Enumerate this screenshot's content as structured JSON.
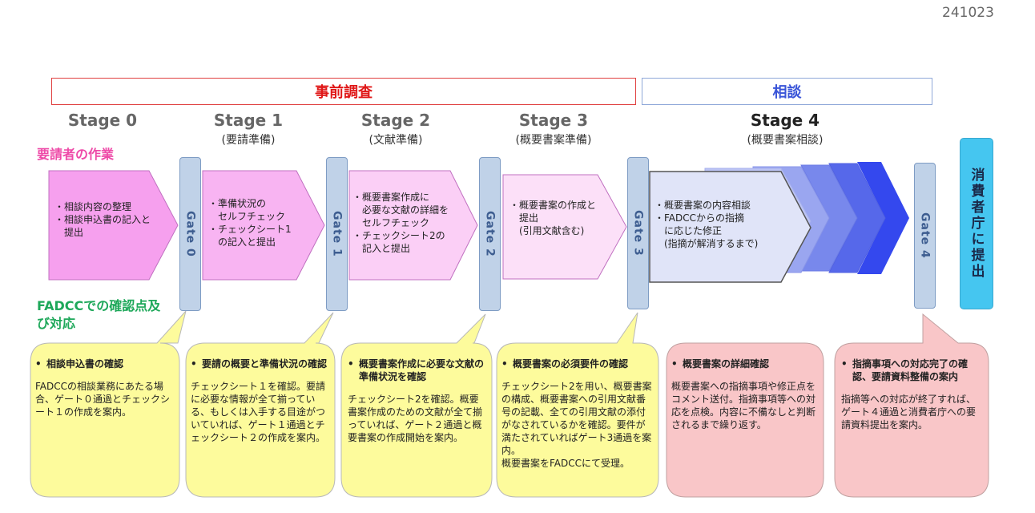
{
  "date": "241023",
  "phases": {
    "pre": "事前調査",
    "consult": "相談"
  },
  "stages": [
    {
      "title": "Stage 0",
      "sub": ""
    },
    {
      "title": "Stage 1",
      "sub": "(要請準備)"
    },
    {
      "title": "Stage 2",
      "sub": "(文献準備)"
    },
    {
      "title": "Stage 3",
      "sub": "(概要書案準備)"
    },
    {
      "title": "Stage 4",
      "sub": "(概要書案相談)"
    }
  ],
  "labels": {
    "requester": "要請者の作業",
    "fadcc": "FADCCでの確認点及び対応"
  },
  "arrows": [
    {
      "text": "・相談内容の整理\n・相談申込書の記入と\n　提出"
    },
    {
      "text": "・準備状況の\n　セルフチェック\n・チェックシート1\n　の記入と提出"
    },
    {
      "text": "・概要書案作成に\n　必要な文献の詳細を\n　セルフチェック\n・チェックシート2の\n　記入と提出"
    },
    {
      "text": "・概要書案の作成と\n　提出\n　(引用文献含む)"
    },
    {
      "text": "・概要書案の内容相談\n・FADCCからの指摘\n　に応じた修正\n　(指摘が解消するまで)"
    }
  ],
  "gates": [
    "Gate 0",
    "Gate 1",
    "Gate 2",
    "Gate 3",
    "Gate 4"
  ],
  "submit": "消費者庁に提出",
  "cards": [
    {
      "title": "相談申込書の確認",
      "body": "FADCCの相談業務にあたる場合、ゲート０通過とチェックシート１の作成を案内。"
    },
    {
      "title": "要請の概要と準備状況の確認",
      "body": "チェックシート１を確認。要請に必要な情報が全て揃っている、もしくは入手する目途がついていれば、ゲート１通過とチェックシート２の作成を案内。"
    },
    {
      "title": "概要書案作成に必要な文献の準備状況を確認",
      "body": "チェックシート2を確認。概要書案作成のための文献が全て揃っていれば、ゲート２通過と概要書案の作成開始を案内。"
    },
    {
      "title": "概要書案の必須要件の確認",
      "body": "チェックシート2を用い、概要書案の構成、概要書案への引用文献番号の記載、全ての引用文献の添付がなされているかを確認。要件が満たされていればゲート3通過を案内。\n概要書案をFADCCにて受理。"
    },
    {
      "title": "概要書案の詳細確認",
      "body": "概要書案への指摘事項や修正点をコメント送付。指摘事項等への対応を点検。内容に不備なしと判断されるまで繰り返す。"
    },
    {
      "title": "指摘事項への対応完了の確認、要請資料整備の案内",
      "body": "指摘等への対応が終了すれば、ゲート４通過と消費者庁への要請資料提出を案内。"
    }
  ],
  "colors": {
    "arrow0": "#f6a0ee",
    "arrow1": "#f8b4f2",
    "arrow2": "#fbcff6",
    "arrow3": "#fce0f8",
    "arrow4": "#e0e4f8",
    "chevrons": [
      "#bcc4f4",
      "#9aa6f0",
      "#7888ec",
      "#5668ea",
      "#3448ee"
    ],
    "cardYellow": "#fdfb9c",
    "cardPink": "#f9c6c8"
  }
}
